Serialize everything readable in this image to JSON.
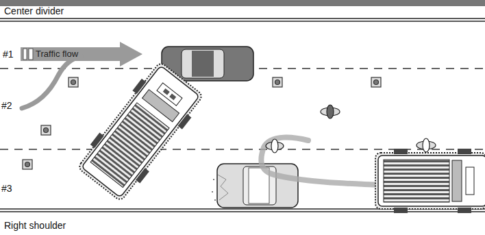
{
  "diagram": {
    "labels": [
      "Center divider",
      "#1",
      "Traffic flow",
      "#2",
      "#3",
      "Right shoulder"
    ]
  }
}
